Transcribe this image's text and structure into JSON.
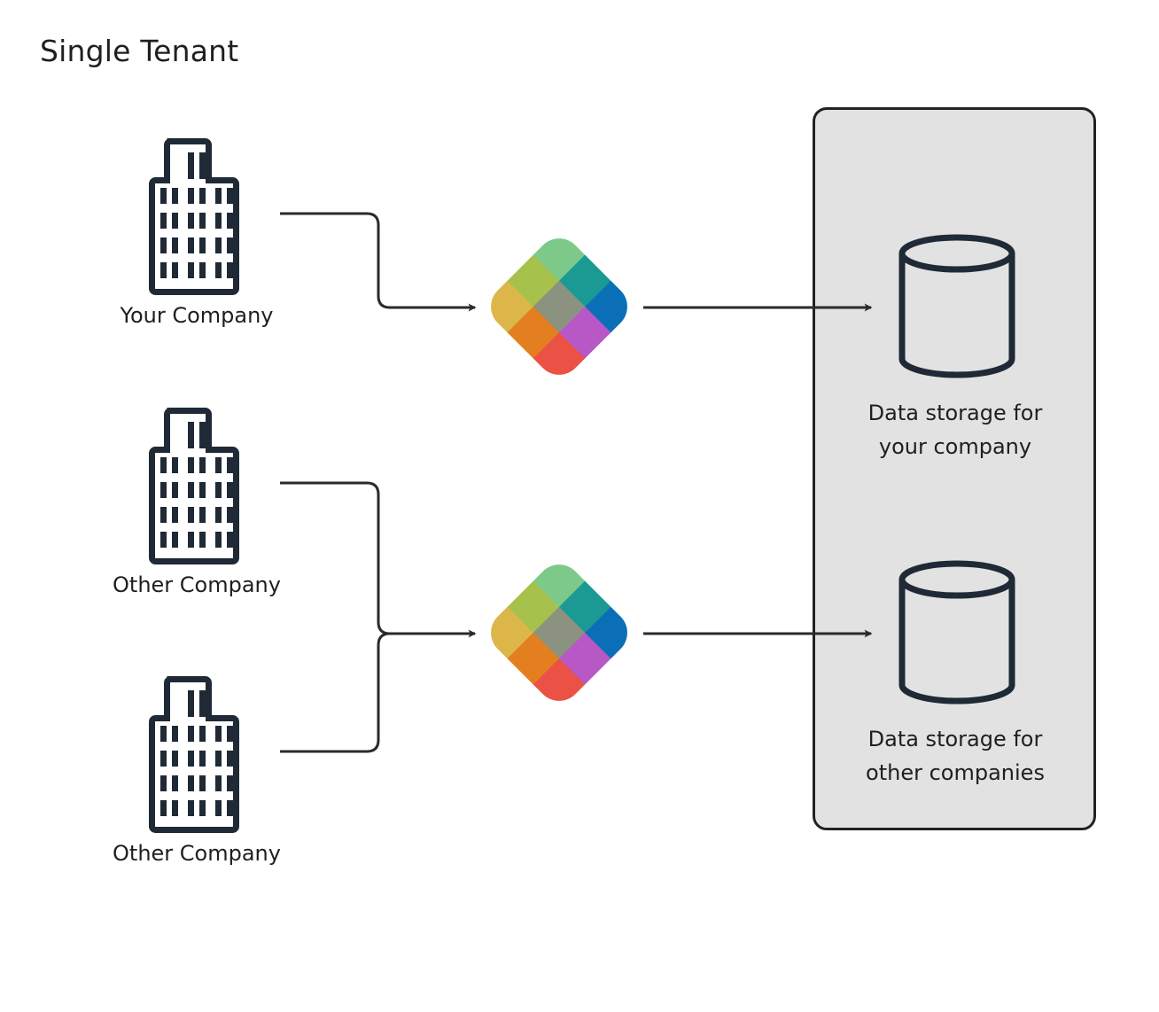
{
  "title": "Single Tenant",
  "companies": [
    {
      "label": "Your Company",
      "icon": "building-icon"
    },
    {
      "label": "Other Company",
      "icon": "building-icon"
    },
    {
      "label": "Other Company",
      "icon": "building-icon"
    }
  ],
  "apps": [
    {
      "icon": "app-logo-icon"
    },
    {
      "icon": "app-logo-icon"
    }
  ],
  "storage": {
    "items": [
      {
        "line1": "Data storage for",
        "line2": "your company",
        "icon": "database-icon"
      },
      {
        "line1": "Data storage for",
        "line2": "other companies",
        "icon": "database-icon"
      }
    ]
  },
  "colors": {
    "stroke": "#2b2b2b",
    "icon": "#1f2a36",
    "storage_bg": "#e2e2e2",
    "logo": [
      "#7dc98a",
      "#a6c24c",
      "#1b9a94",
      "#ddb64a",
      "#8b9280",
      "#0b6fb8",
      "#e37f1f",
      "#b758c6",
      "#ec5146"
    ]
  }
}
